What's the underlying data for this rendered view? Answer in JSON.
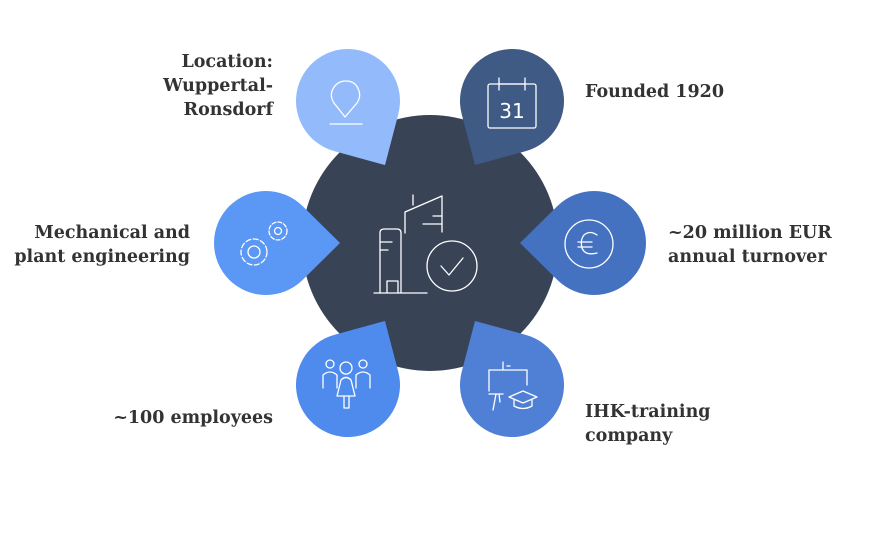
{
  "center": {
    "color": "#394356",
    "icon": "building-check-icon"
  },
  "items": [
    {
      "id": "location",
      "lines": [
        "Location:",
        "Wuppertal-",
        "Ronsdorf"
      ],
      "color": "#93bbfb",
      "icon": "map-pin-icon",
      "angle": -120
    },
    {
      "id": "founded",
      "lines": [
        "Founded 1920"
      ],
      "color": "#3f5a85",
      "icon": "calendar-icon",
      "angle": -60
    },
    {
      "id": "engineering",
      "lines": [
        "Mechanical and",
        "plant engineering"
      ],
      "color": "#5b97f5",
      "icon": "gears-icon",
      "angle": 180
    },
    {
      "id": "turnover",
      "lines": [
        "~20 million EUR",
        "annual turnover"
      ],
      "color": "#4472c0",
      "icon": "euro-icon",
      "angle": 0
    },
    {
      "id": "employees",
      "lines": [
        "~100 employees"
      ],
      "color": "#4e8bed",
      "icon": "people-icon",
      "angle": 120
    },
    {
      "id": "training",
      "lines": [
        "IHK-training",
        "company"
      ],
      "color": "#4f80d6",
      "icon": "training-icon",
      "angle": 60
    }
  ]
}
